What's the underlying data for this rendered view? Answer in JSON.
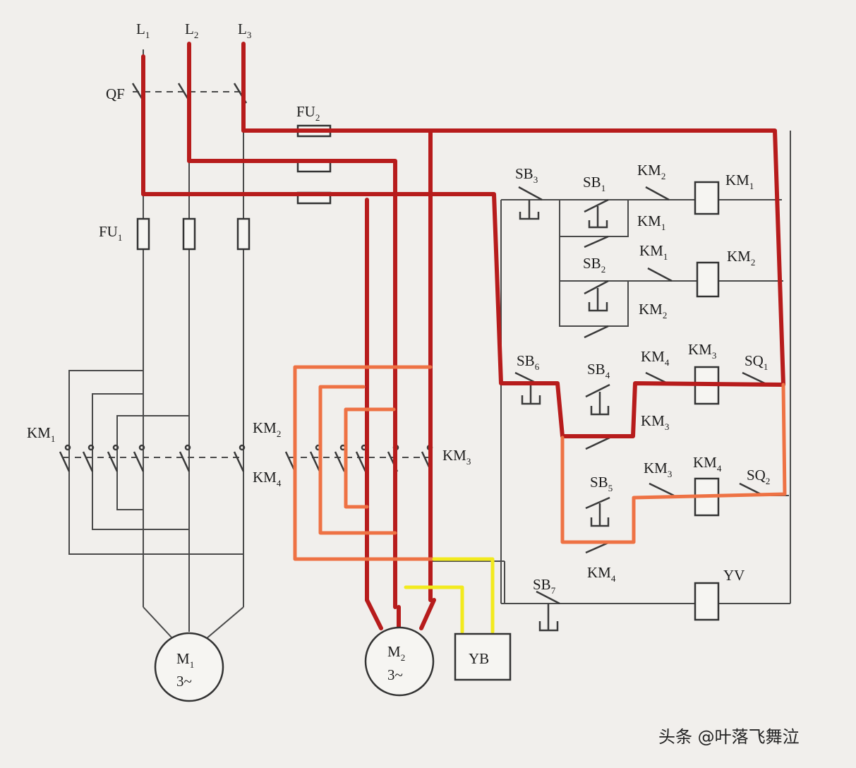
{
  "colors": {
    "background": "#f1efec",
    "wire_gray": "#4a4a4a",
    "highlight_red": "#b71c1c",
    "highlight_orange": "#ee7244",
    "highlight_yellow": "#f2ea1e"
  },
  "supply": {
    "phases": [
      {
        "main": "L",
        "sub": "1"
      },
      {
        "main": "L",
        "sub": "2"
      },
      {
        "main": "L",
        "sub": "3"
      }
    ],
    "breaker": "QF"
  },
  "fuses": {
    "fu1": {
      "main": "FU",
      "sub": "1"
    },
    "fu2": {
      "main": "FU",
      "sub": "2"
    }
  },
  "contactors": {
    "km1": {
      "main": "KM",
      "sub": "1"
    },
    "km2": {
      "main": "KM",
      "sub": "2"
    },
    "km3": {
      "main": "KM",
      "sub": "3"
    },
    "km4": {
      "main": "KM",
      "sub": "4"
    }
  },
  "motors": {
    "m1": {
      "main": "M",
      "sub": "1",
      "line2": "3~"
    },
    "m2": {
      "main": "M",
      "sub": "2",
      "line2": "3~"
    }
  },
  "brake": "YB",
  "control": {
    "sb3": {
      "main": "SB",
      "sub": "3"
    },
    "sb1": {
      "main": "SB",
      "sub": "1"
    },
    "sb2": {
      "main": "SB",
      "sub": "2"
    },
    "sb6": {
      "main": "SB",
      "sub": "6"
    },
    "sb4": {
      "main": "SB",
      "sub": "4"
    },
    "sb5": {
      "main": "SB",
      "sub": "5"
    },
    "sb7": {
      "main": "SB",
      "sub": "7"
    },
    "rung1_interlock": {
      "main": "KM",
      "sub": "2"
    },
    "rung1_coil": {
      "main": "KM",
      "sub": "1"
    },
    "rung1_hold": {
      "main": "KM",
      "sub": "1"
    },
    "rung2_interlock": {
      "main": "KM",
      "sub": "1"
    },
    "rung2_coil": {
      "main": "KM",
      "sub": "2"
    },
    "rung2_hold": {
      "main": "KM",
      "sub": "2"
    },
    "rung3_interlock": {
      "main": "KM",
      "sub": "4"
    },
    "rung3_coil": {
      "main": "KM",
      "sub": "3"
    },
    "rung3_limit": {
      "main": "SQ",
      "sub": "1"
    },
    "rung3_hold": {
      "main": "KM",
      "sub": "3"
    },
    "rung4_interlock": {
      "main": "KM",
      "sub": "3"
    },
    "rung4_coil": {
      "main": "KM",
      "sub": "4"
    },
    "rung4_limit": {
      "main": "SQ",
      "sub": "2"
    },
    "rung4_hold": {
      "main": "KM",
      "sub": "4"
    },
    "valve_coil": "YV"
  },
  "watermark": "头条 @叶落飞舞泣"
}
